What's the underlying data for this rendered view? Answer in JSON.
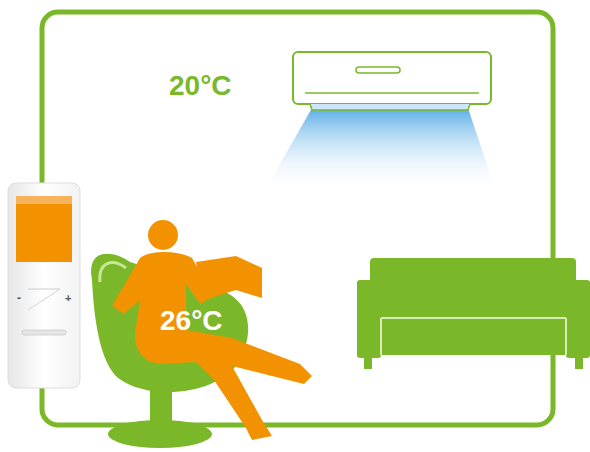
{
  "diagram": {
    "labels": [
      "20°C",
      "26°C",
      "-",
      "+"
    ]
  }
}
